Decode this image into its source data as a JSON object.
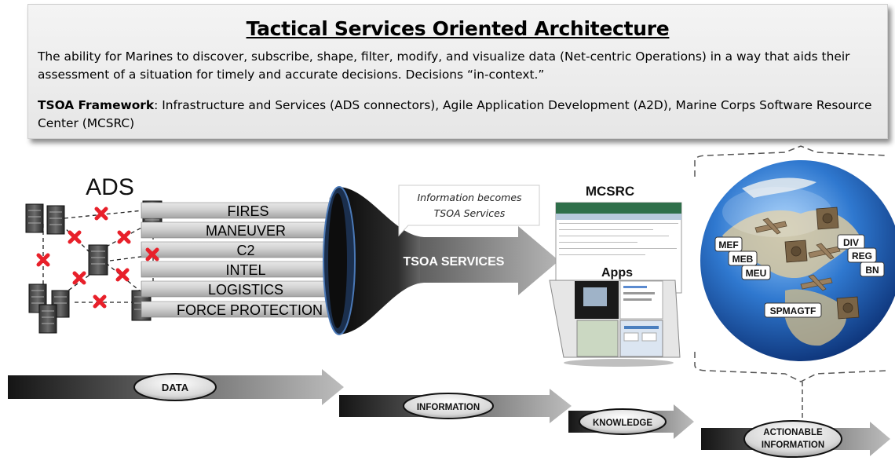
{
  "header": {
    "title": "Tactical Services Oriented Architecture",
    "description": "The ability for Marines to discover, subscribe, shape, filter, modify, and visualize data (Net-centric Operations) in a way that aids their assessment of a situation for timely and accurate decisions. Decisions “in-context.”",
    "framework_label": "TSOA Framework",
    "framework_text": ": Infrastructure and Services (ADS connectors), Agile Application Development (A2D), Marine Corps Software Resource Center (MCSRC)"
  },
  "ads": {
    "title": "ADS",
    "arrows": [
      "FIRES",
      "MANEUVER",
      "C2",
      "INTEL",
      "LOGISTICS",
      "FORCE PROTECTION"
    ]
  },
  "services": {
    "callout_line1": "Information becomes",
    "callout_line2": "TSOA Services",
    "label": "TSOA SERVICES"
  },
  "mcsrc": {
    "title": "MCSRC",
    "apps_label": "Apps"
  },
  "globe": {
    "labels": [
      "MEF",
      "MEB",
      "MEU",
      "DIV",
      "REG",
      "BN",
      "SPMAGTF"
    ]
  },
  "flow": {
    "stages": [
      "DATA",
      "INFORMATION",
      "KNOWLEDGE",
      "ACTIONABLE",
      "INFORMATION"
    ]
  },
  "colors": {
    "unavailable_x": "#e8202a",
    "globe_blue": "#1f5fb5",
    "arrow_dark": "#1c1c1c",
    "arrow_light": "#bdbdbd"
  }
}
